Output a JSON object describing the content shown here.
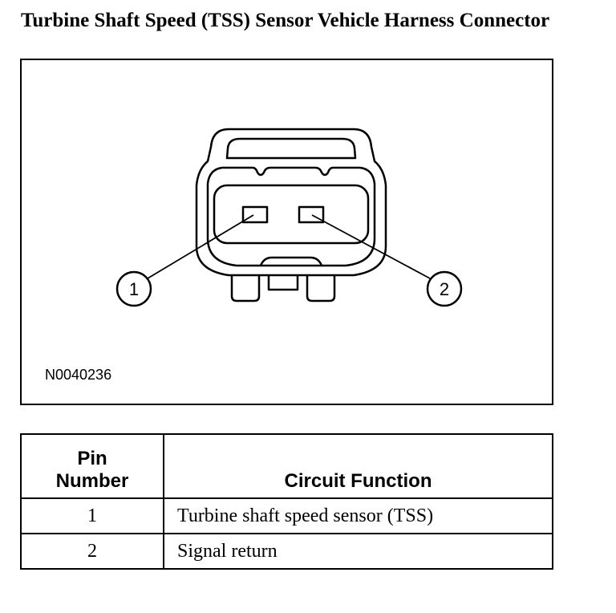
{
  "title": "Turbine Shaft Speed (TSS) Sensor Vehicle Harness Connector",
  "diagram": {
    "figure_id": "N0040236",
    "callouts": [
      {
        "label": "1"
      },
      {
        "label": "2"
      }
    ]
  },
  "table": {
    "headers": {
      "pin": "Pin Number",
      "function": "Circuit Function"
    },
    "rows": [
      {
        "pin": "1",
        "function": "Turbine shaft speed sensor (TSS)"
      },
      {
        "pin": "2",
        "function": "Signal return"
      }
    ]
  }
}
